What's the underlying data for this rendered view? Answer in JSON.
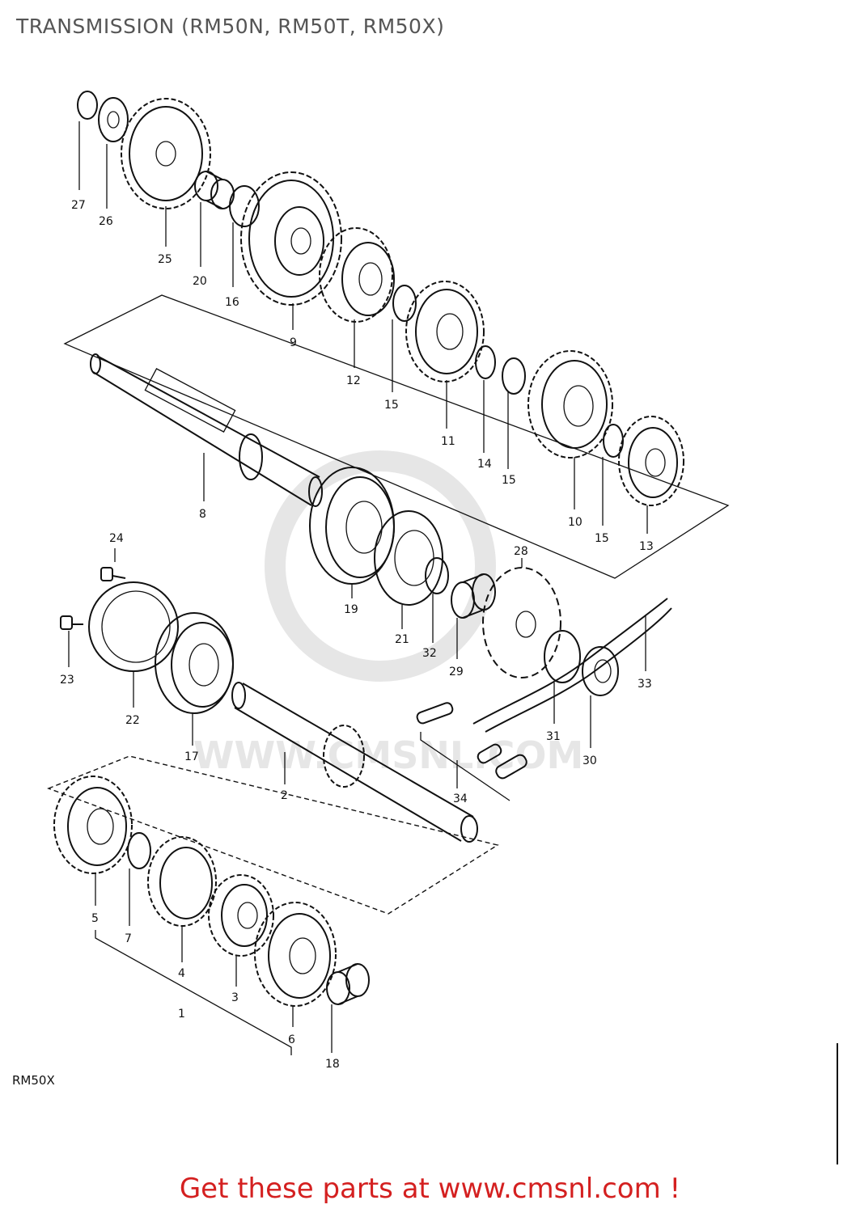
{
  "title": "TRANSMISSION (RM50N, RM50T, RM50X)",
  "model_tag": "RM50X",
  "cta": "Get these parts at www.cmsnl.com !",
  "watermark": "WWW.CMSNL.COM",
  "part_labels": [
    "27",
    "26",
    "25",
    "20",
    "16",
    "9",
    "12",
    "15",
    "11",
    "14",
    "15",
    "10",
    "15",
    "13",
    "8",
    "24",
    "23",
    "22",
    "17",
    "19",
    "21",
    "32",
    "29",
    "28",
    "31",
    "30",
    "33",
    "34",
    "2",
    "5",
    "7",
    "4",
    "3",
    "1",
    "6",
    "18"
  ]
}
